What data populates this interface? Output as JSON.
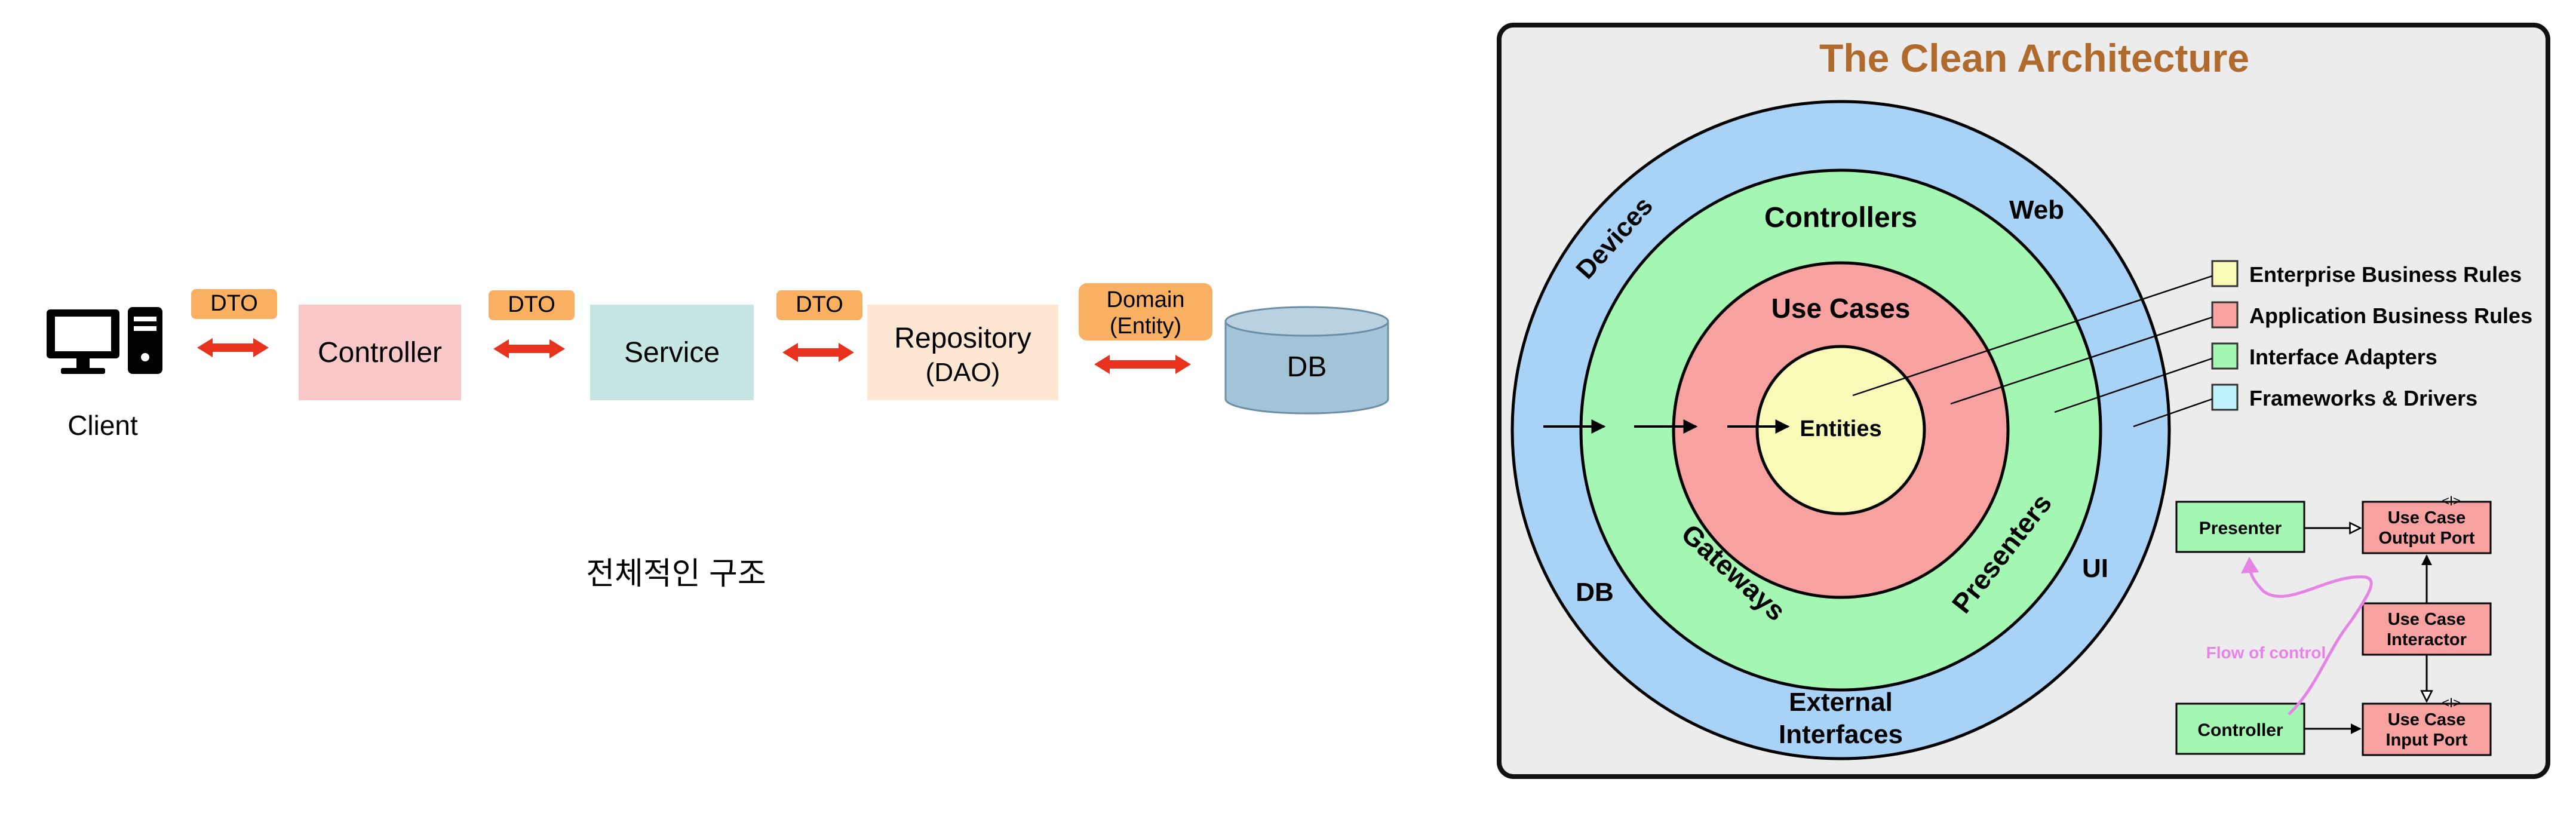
{
  "left": {
    "client_label": "Client",
    "dto_1": "DTO",
    "dto_2": "DTO",
    "dto_3": "DTO",
    "domain_label_line1": "Domain",
    "domain_label_line2": "(Entity)",
    "controller_label": "Controller",
    "service_label": "Service",
    "repository_line1": "Repository",
    "repository_line2": "(DAO)",
    "db_label": "DB",
    "caption": "전체적인 구조",
    "colors": {
      "controller": "#f9c9c9",
      "service": "#c5e6e2",
      "repository": "#fde7d2",
      "dto": "#f9b063",
      "arrow": "#e8321e",
      "db": "#a3c3d6"
    }
  },
  "right": {
    "title": "The Clean Architecture",
    "rings": {
      "devices": "Devices",
      "web": "Web",
      "db": "DB",
      "ui": "UI",
      "external_line1": "External",
      "external_line2": "Interfaces",
      "controllers": "Controllers",
      "gateways": "Gateways",
      "presenters": "Presenters",
      "use_cases": "Use Cases",
      "entities": "Entities"
    },
    "legend": [
      {
        "label": "Enterprise Business Rules",
        "color": "#fafab8"
      },
      {
        "label": "Application Business Rules",
        "color": "#f7a1a1"
      },
      {
        "label": "Interface Adapters",
        "color": "#a3f7b3"
      },
      {
        "label": "Frameworks & Drivers",
        "color": "#bff2fa"
      }
    ],
    "flow": {
      "presenter": "Presenter",
      "output_port_line1": "Use Case",
      "output_port_line2": "Output Port",
      "interactor_line1": "Use Case",
      "interactor_line2": "Interactor",
      "controller": "Controller",
      "input_port_line1": "Use Case",
      "input_port_line2": "Input Port",
      "interface_marker": "<I>",
      "flow_of_control": "Flow of control"
    },
    "colors": {
      "title": "#b06a2c",
      "outer_ring": "#a8d3f7",
      "green_ring": "#a3f7b3",
      "red_ring": "#f7a1a1",
      "entities": "#fafab8",
      "panel": "#ececec",
      "flow_arrow": "#e583e6"
    }
  }
}
